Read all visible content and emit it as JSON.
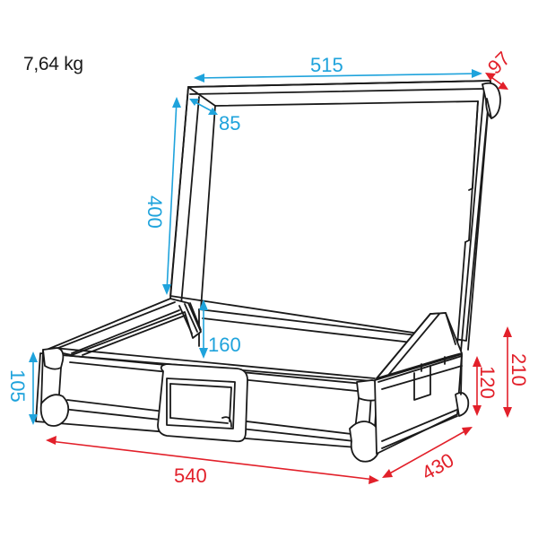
{
  "weight": "7,64 kg",
  "colors": {
    "outline": "#1a1a1a",
    "interior_dimension": "#1fa3dc",
    "exterior_dimension": "#e2202a",
    "background": "#ffffff"
  },
  "dimensions": {
    "interior": {
      "lid_width": "515",
      "lid_frame_depth": "85",
      "lid_height": "400",
      "base_inner_depth": "160",
      "base_front_height": "105"
    },
    "exterior": {
      "lid_depth": "97",
      "width": "540",
      "depth": "430",
      "base_height": "120",
      "total_height": "210"
    }
  },
  "units": "mm"
}
